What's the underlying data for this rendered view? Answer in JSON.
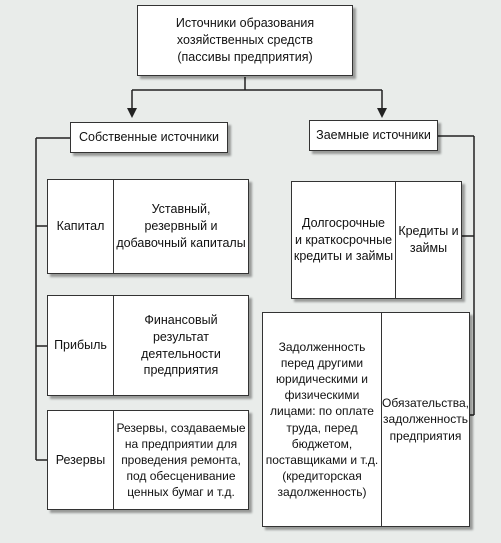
{
  "root": {
    "text": "Источники образования\nхозяйственных средств\n(пассивы предприятия)"
  },
  "own": {
    "title": "Собственные источники",
    "items": [
      {
        "label": "Капитал",
        "desc": "Уставный,\nрезервный и\nдобавочный капиталы"
      },
      {
        "label": "Прибыль",
        "desc": "Финансовый\nрезультат\nдеятельности\nпредприятия"
      },
      {
        "label": "Резервы",
        "desc": "Резервы, создаваемые\nна предприятии для\nпроведения ремонта,\nпод обесценивание\nценных бумаг и т.д."
      }
    ]
  },
  "borrowed": {
    "title": "Заемные источники",
    "items": [
      {
        "desc": "Долгосрочные\nи краткосрочные\nкредиты и займы",
        "label": "Кредиты и\nзаймы"
      },
      {
        "desc": "Задолженность\nперед другими\nюридическими и\nфизическими\nлицами: по оплате\nтруда, перед\nбюджетом,\nпоставщиками и т.д.\n(кредиторская\nзадолженность)",
        "label": "Обязательства,\nзадолженность\nпредприятия"
      }
    ]
  }
}
